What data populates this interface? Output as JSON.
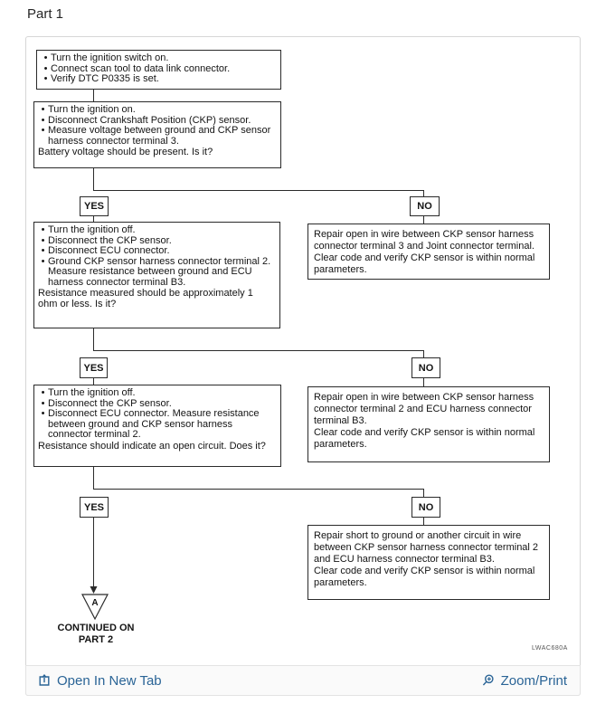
{
  "page": {
    "title": "Part 1"
  },
  "diagram": {
    "figure_code": "LWAC680A",
    "line_color": "#2b2b2b",
    "labels": {
      "yes": "YES",
      "no": "NO",
      "connector_letter": "A",
      "continued_line1": "CONTINUED ON",
      "continued_line2": "PART 2"
    },
    "boxes": {
      "step1": {
        "bullets": [
          "Turn the ignition switch on.",
          "Connect scan tool to data link connector.",
          "Verify DTC P0335 is set."
        ]
      },
      "step2": {
        "bullets": [
          "Turn the ignition on.",
          "Disconnect Crankshaft Position (CKP) sensor.",
          "Measure voltage between ground and CKP sensor harness connector terminal 3."
        ],
        "question": "Battery voltage should be present. Is it?"
      },
      "step3": {
        "bullets": [
          "Turn the ignition off.",
          "Disconnect the CKP sensor.",
          "Disconnect ECU connector.",
          "Ground CKP sensor harness connector terminal 2. Measure resistance between ground and ECU harness connector terminal B3."
        ],
        "question": "Resistance measured should be approximately 1 ohm or less. Is it?"
      },
      "step4": {
        "bullets": [
          "Turn the ignition off.",
          "Disconnect the CKP sensor.",
          "Disconnect ECU connector. Measure resistance between ground and CKP sensor harness connector terminal 2."
        ],
        "question": "Resistance should indicate an open circuit. Does it?"
      },
      "repair1": {
        "line1": "Repair open in wire between CKP sensor harness connector terminal 3 and Joint connector terminal.",
        "line2": "Clear code and verify CKP sensor is within normal parameters."
      },
      "repair2": {
        "line1": "Repair open in wire between CKP sensor harness connector terminal 2 and ECU harness connector terminal B3.",
        "line2": "Clear code and verify CKP sensor is within normal parameters."
      },
      "repair3": {
        "line1": "Repair short to ground or another circuit in wire between CKP sensor harness connector terminal 2 and ECU harness connector terminal B3.",
        "line2": "Clear code and verify CKP sensor is within normal parameters."
      }
    }
  },
  "footer": {
    "open_link": "Open In New Tab",
    "zoom_link": "Zoom/Print",
    "link_color": "#2a6496"
  }
}
